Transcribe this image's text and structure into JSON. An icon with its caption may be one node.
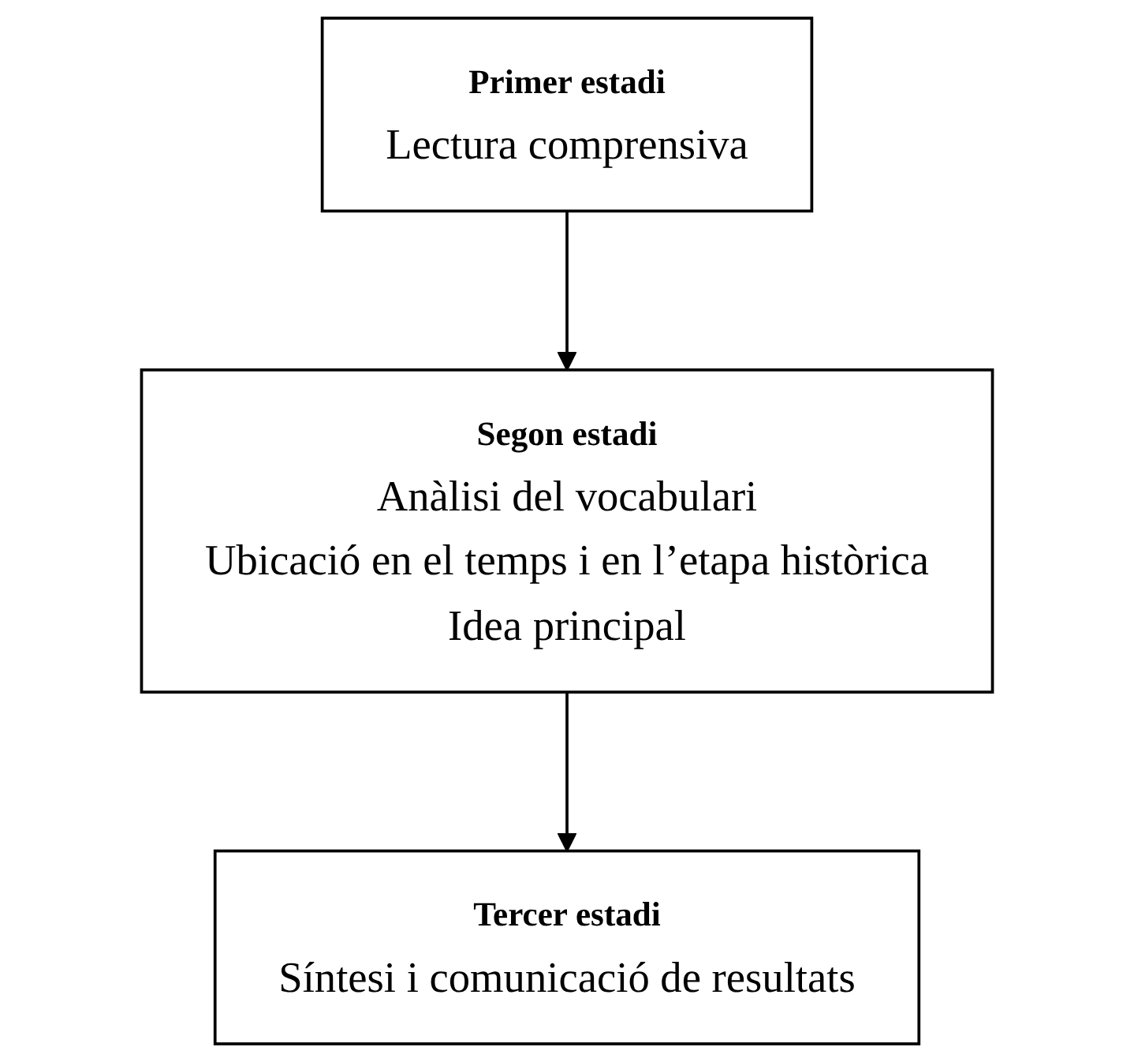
{
  "diagram": {
    "nodes": [
      {
        "text": [
          "Primer estadi",
          "Lectura comprensiva"
        ]
      },
      {
        "text": [
          "Segon estadi",
          "Anàlisi del vocabulari",
          "Ubicació en el temps i en l’etapa històrica",
          "Idea principal"
        ]
      },
      {
        "text": [
          "Tercer estadi",
          "Síntesi i comunicació de resultats"
        ]
      }
    ],
    "edges": [
      {
        "from": 0,
        "to": 1,
        "arrow": "to"
      },
      {
        "from": 1,
        "to": 2,
        "arrow": "to"
      }
    ]
  }
}
